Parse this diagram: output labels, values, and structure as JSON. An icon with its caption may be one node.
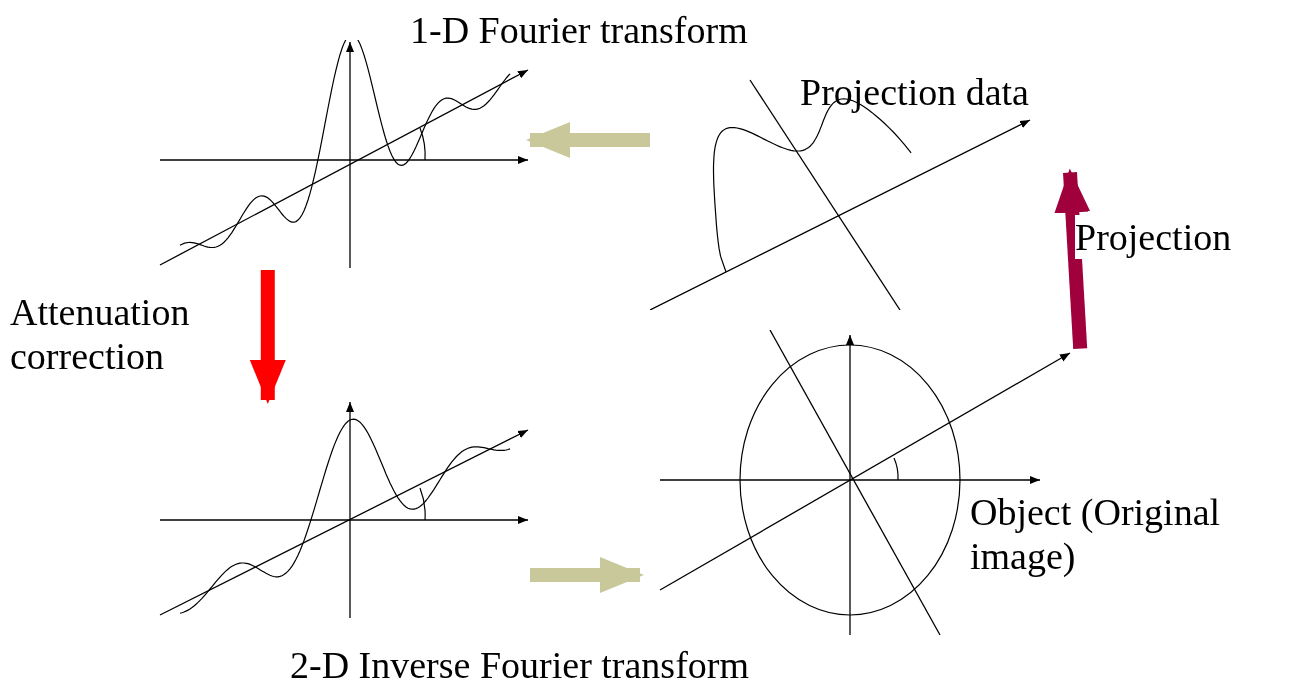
{
  "diagram": {
    "nodes": [
      {
        "text": [],
        "shape": "picture"
      },
      {
        "text": [
          "Projection data"
        ]
      },
      {
        "text": [],
        "shape": "picture"
      },
      {
        "text": [
          "Object (Original image)"
        ]
      }
    ],
    "edges": [
      {
        "from": 1,
        "to": 0,
        "arrow": "to",
        "label": "1-D Fourier transform",
        "color": "#c8c89b"
      },
      {
        "from": 0,
        "to": 2,
        "arrow": "to",
        "label": "Attenuation correction",
        "color": "#ff0000"
      },
      {
        "from": 2,
        "to": 3,
        "arrow": "to",
        "label": "2-D Inverse Fourier transform",
        "color": "#c8c89b"
      },
      {
        "from": 3,
        "to": 1,
        "arrow": "to",
        "label": "Projection",
        "color": "#a0003c"
      }
    ]
  }
}
